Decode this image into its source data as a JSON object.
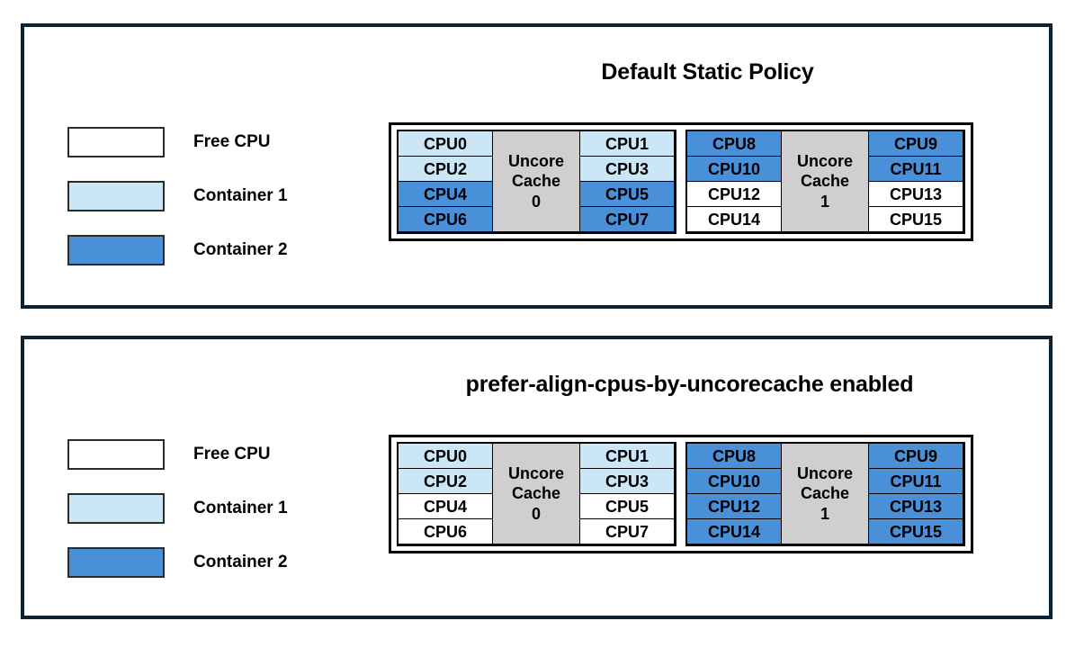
{
  "panels": [
    {
      "id": "default-static-policy",
      "title": "Default Static Policy",
      "legend": {
        "items": [
          {
            "label": "Free CPU",
            "color": "#ffffff"
          },
          {
            "label": "Container 1",
            "color": "#cbe7f5"
          },
          {
            "label": "Container 2",
            "color": "#4a90d9"
          }
        ]
      },
      "diagram": {
        "cache_groups": [
          {
            "cache_label_line1": "Uncore",
            "cache_label_line2": "Cache",
            "cache_label_line3": "0",
            "left_column": [
              {
                "label": "CPU0",
                "state": "c1"
              },
              {
                "label": "CPU2",
                "state": "c1"
              },
              {
                "label": "CPU4",
                "state": "c2"
              },
              {
                "label": "CPU6",
                "state": "c2"
              }
            ],
            "right_column": [
              {
                "label": "CPU1",
                "state": "c1"
              },
              {
                "label": "CPU3",
                "state": "c1"
              },
              {
                "label": "CPU5",
                "state": "c2"
              },
              {
                "label": "CPU7",
                "state": "c2"
              }
            ]
          },
          {
            "cache_label_line1": "Uncore",
            "cache_label_line2": "Cache",
            "cache_label_line3": "1",
            "left_column": [
              {
                "label": "CPU8",
                "state": "c2"
              },
              {
                "label": "CPU10",
                "state": "c2"
              },
              {
                "label": "CPU12",
                "state": "free"
              },
              {
                "label": "CPU14",
                "state": "free"
              }
            ],
            "right_column": [
              {
                "label": "CPU9",
                "state": "c2"
              },
              {
                "label": "CPU11",
                "state": "c2"
              },
              {
                "label": "CPU13",
                "state": "free"
              },
              {
                "label": "CPU15",
                "state": "free"
              }
            ]
          }
        ]
      }
    },
    {
      "id": "prefer-align-cpus-by-uncorecache-enabled",
      "title": "prefer-align-cpus-by-uncorecache enabled",
      "legend": {
        "items": [
          {
            "label": "Free CPU",
            "color": "#ffffff"
          },
          {
            "label": "Container 1",
            "color": "#cbe7f5"
          },
          {
            "label": "Container 2",
            "color": "#4a90d9"
          }
        ]
      },
      "diagram": {
        "cache_groups": [
          {
            "cache_label_line1": "Uncore",
            "cache_label_line2": "Cache",
            "cache_label_line3": "0",
            "left_column": [
              {
                "label": "CPU0",
                "state": "c1"
              },
              {
                "label": "CPU2",
                "state": "c1"
              },
              {
                "label": "CPU4",
                "state": "free"
              },
              {
                "label": "CPU6",
                "state": "free"
              }
            ],
            "right_column": [
              {
                "label": "CPU1",
                "state": "c1"
              },
              {
                "label": "CPU3",
                "state": "c1"
              },
              {
                "label": "CPU5",
                "state": "free"
              },
              {
                "label": "CPU7",
                "state": "free"
              }
            ]
          },
          {
            "cache_label_line1": "Uncore",
            "cache_label_line2": "Cache",
            "cache_label_line3": "1",
            "left_column": [
              {
                "label": "CPU8",
                "state": "c2"
              },
              {
                "label": "CPU10",
                "state": "c2"
              },
              {
                "label": "CPU12",
                "state": "c2"
              },
              {
                "label": "CPU14",
                "state": "c2"
              }
            ],
            "right_column": [
              {
                "label": "CPU9",
                "state": "c2"
              },
              {
                "label": "CPU11",
                "state": "c2"
              },
              {
                "label": "CPU13",
                "state": "c2"
              },
              {
                "label": "CPU15",
                "state": "c2"
              }
            ]
          }
        ]
      }
    }
  ],
  "colors": {
    "frame": "#0b2233",
    "cell_border": "#000000",
    "container1": "#cbe7f5",
    "container2": "#4a90d9",
    "free": "#ffffff",
    "cache": "#cfcfcf"
  }
}
